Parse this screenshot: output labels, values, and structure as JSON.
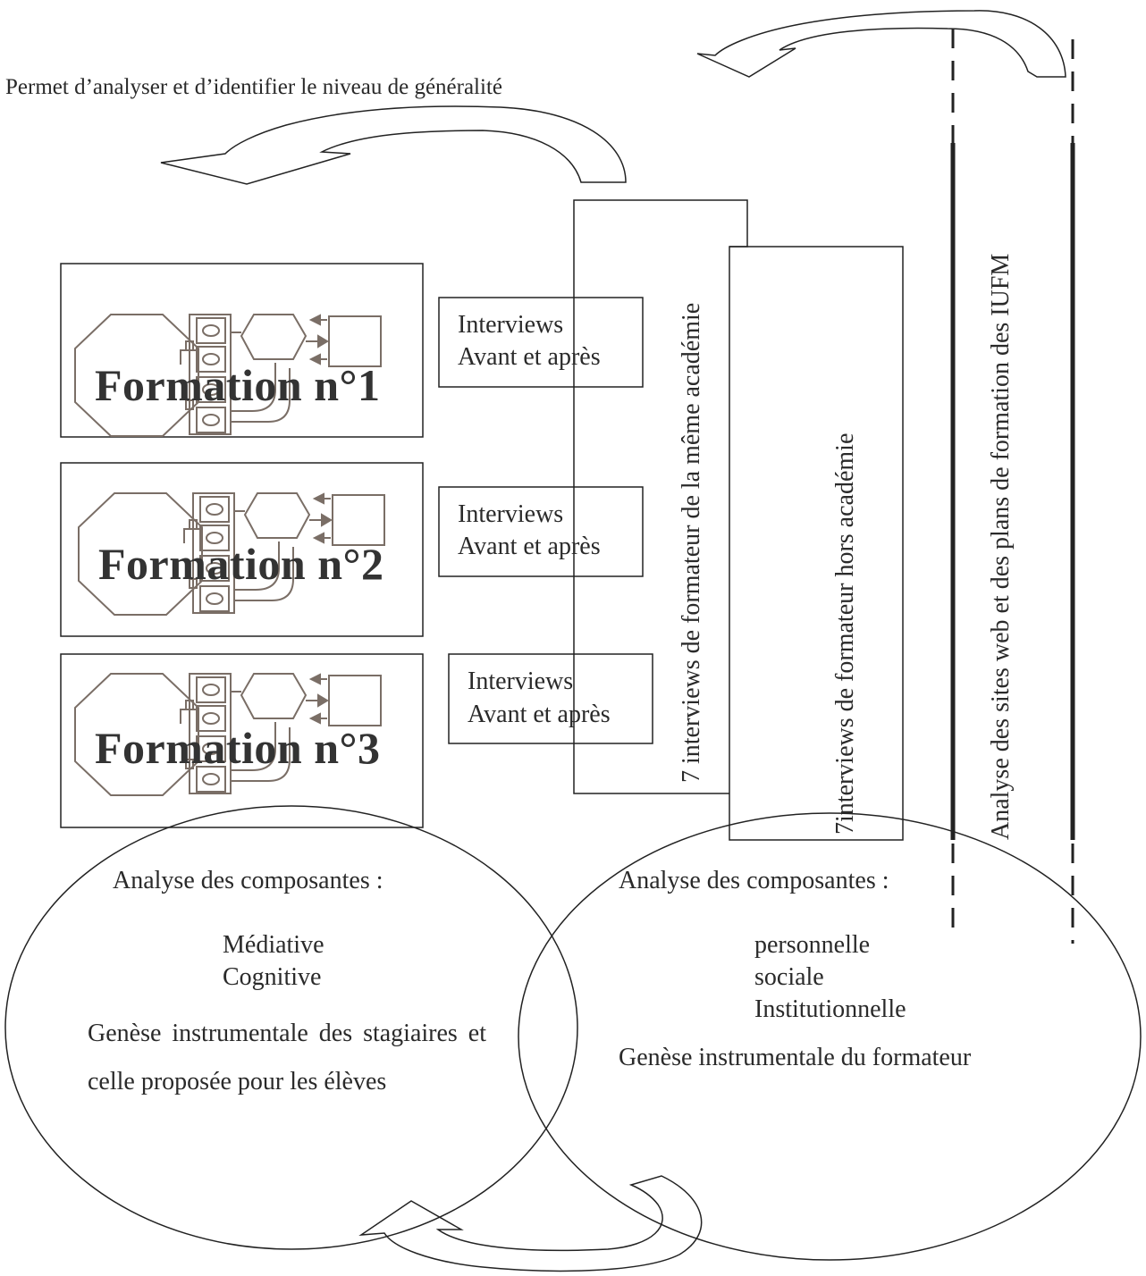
{
  "top_caption": "Permet d’analyser et d’identifier le niveau de généralité",
  "formations": [
    {
      "title": "Formation n°1",
      "interview_line1": "Interviews",
      "interview_line2": "Avant et après"
    },
    {
      "title": "Formation n°2",
      "interview_line1": "Interviews",
      "interview_line2": "Avant et après"
    },
    {
      "title": "Formation n°3",
      "interview_line1": "Interviews",
      "interview_line2": "Avant et après"
    }
  ],
  "vertical_labels": {
    "same_academy": "7 interviews de formateur de la même académie",
    "other_academy": "7interviews de formateur hors académie",
    "websites": "Analyse des sites web et des plans de formation des IUFM"
  },
  "left_ellipse": {
    "title": "Analyse des composantes :",
    "components": [
      "Médiative",
      "Cognitive"
    ],
    "genesis": "Genèse instrumentale des stagiaires et celle proposée pour les élèves"
  },
  "right_ellipse": {
    "title": "Analyse des composantes :",
    "components": [
      "personnelle",
      "sociale",
      "Institutionnelle"
    ],
    "genesis": "Genèse instrumentale du formateur"
  },
  "colors": {
    "line": "#222222",
    "icon": "#7a6e66"
  }
}
